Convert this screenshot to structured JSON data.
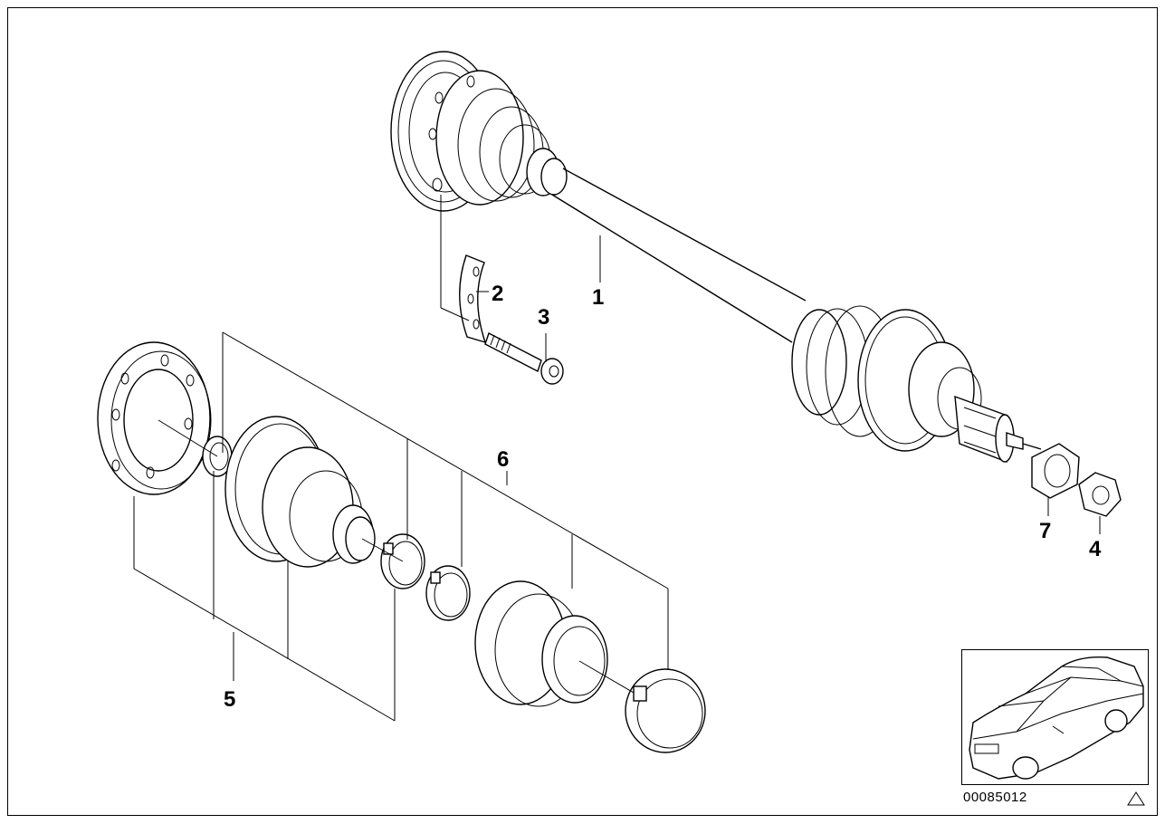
{
  "callouts": {
    "c1": "1",
    "c2": "2",
    "c3": "3",
    "c4": "4",
    "c5": "5",
    "c6": "6",
    "c7": "7"
  },
  "document_number": "00085012",
  "warning_icon": "triangle-warning-icon"
}
